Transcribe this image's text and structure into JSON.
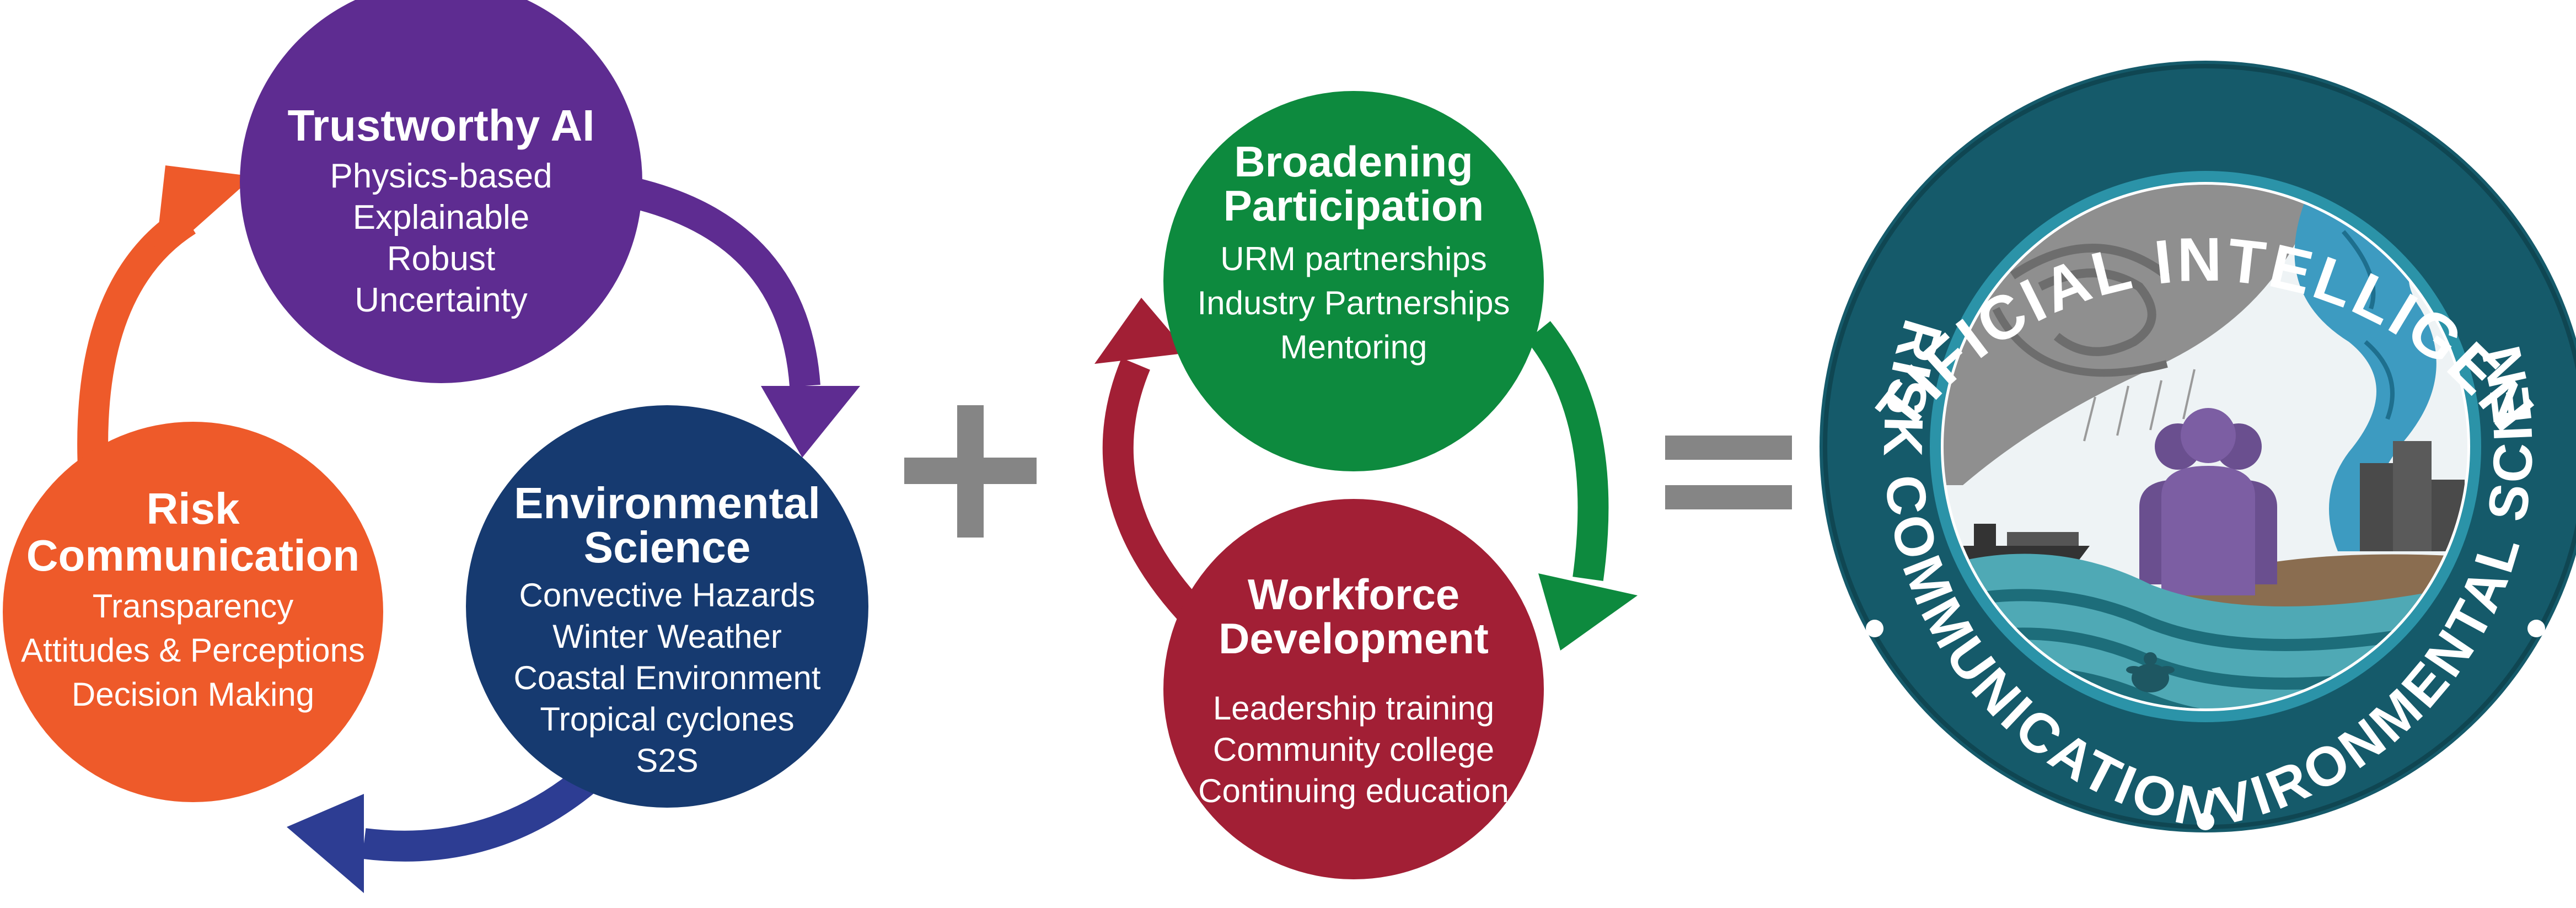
{
  "left_cycle": {
    "trustworthy_ai": {
      "title": "Trustworthy AI",
      "items": [
        "Physics-based",
        "Explainable",
        "Robust",
        "Uncertainty"
      ],
      "color": "#5e2c91"
    },
    "environmental_science": {
      "title_line1": "Environmental",
      "title_line2": "Science",
      "items": [
        "Convective Hazards",
        "Winter Weather",
        "Coastal Environment",
        "Tropical cyclones",
        "S2S"
      ],
      "color": "#163a70"
    },
    "risk_communication": {
      "title_line1": "Risk",
      "title_line2": "Communication",
      "items": [
        "Transparency",
        "Attitudes & Perceptions",
        "Decision Making"
      ],
      "color": "#ee5a2a"
    },
    "arrow_colors": [
      "#5e2c91",
      "#2d3d93",
      "#ee5a2a"
    ]
  },
  "plus_symbol": {
    "color": "#858585"
  },
  "middle_cycle": {
    "broadening_participation": {
      "title_line1": "Broadening",
      "title_line2": "Participation",
      "items": [
        "URM partnerships",
        "Industry Partnerships",
        "Mentoring"
      ],
      "color": "#0d8a3e"
    },
    "workforce_development": {
      "title_line1": "Workforce",
      "title_line2": "Development",
      "items": [
        "Leadership training",
        "Community college",
        "Continuing education"
      ],
      "color": "#a21f35"
    },
    "arrow_colors": [
      "#0d8a3e",
      "#a21f35"
    ]
  },
  "equals_symbol": {
    "color": "#858585"
  },
  "badge": {
    "top_text": "ARTIFICIAL INTELLIGENCE",
    "left_text": "RISK COMMUNICATION",
    "right_text": "ENVIRONMENTAL SCIENCE",
    "ring_color": "#155a6a",
    "inner_ring_color": "#2b93a8",
    "icons": [
      "storm-cloud-icon",
      "tornado-icon",
      "people-icon",
      "ship-icon",
      "city-buildings-icon",
      "sea-turtle-icon",
      "ocean-waves-icon"
    ]
  }
}
